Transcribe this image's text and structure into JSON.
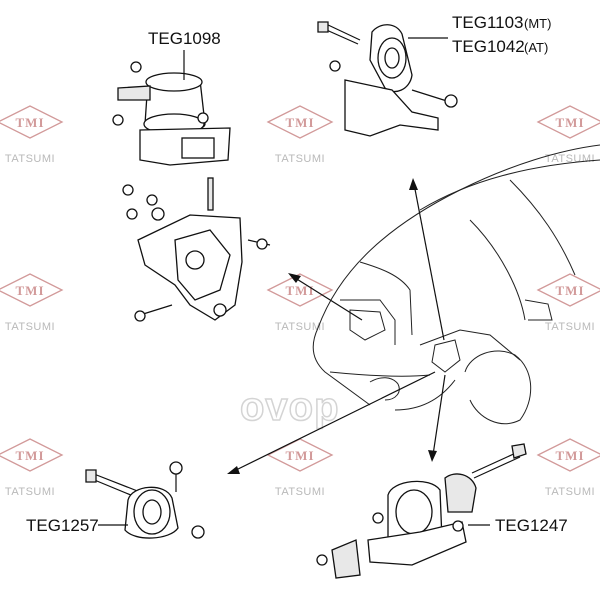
{
  "watermark": {
    "logo_text": "TMI",
    "brand_text": "TATSUMI"
  },
  "brand_overlay": "ovop",
  "labels": {
    "teg1098": "TEG1098",
    "teg1103": "TEG1103",
    "teg1103_suffix": "(MT)",
    "teg1042": "TEG1042",
    "teg1042_suffix": "(AT)",
    "teg1257": "TEG1257",
    "teg1247": "TEG1247"
  },
  "colors": {
    "watermark_diamond": "#d29a9a",
    "watermark_text": "#b9b9b9",
    "line_art": "#111111"
  }
}
